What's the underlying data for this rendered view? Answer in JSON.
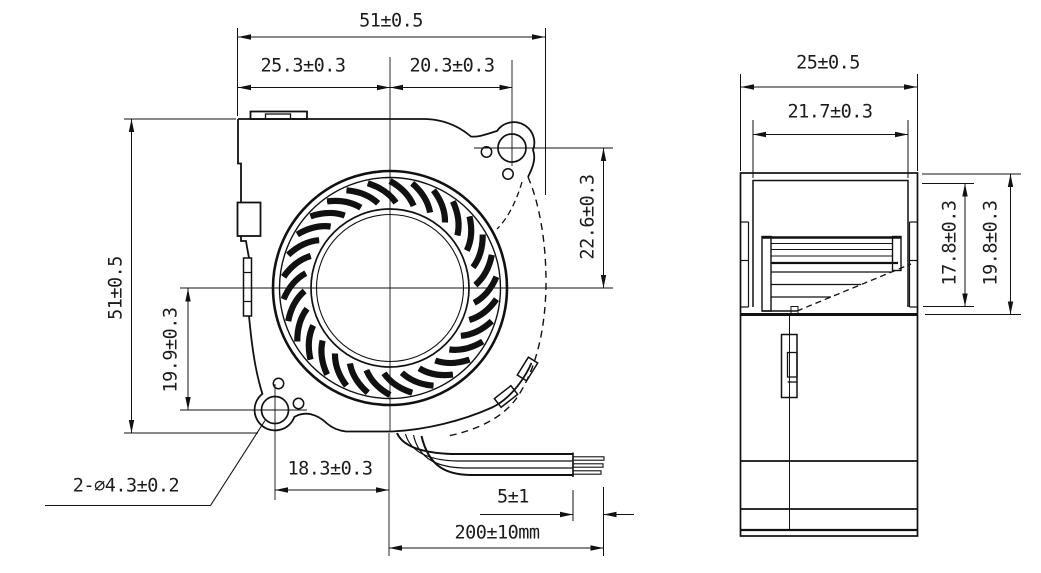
{
  "colors": {
    "line": "#111111",
    "background": "#ffffff",
    "text": "#1c1c1c"
  },
  "front_view": {
    "dims": {
      "total_width": "51±0.5",
      "left_width": "25.3±0.3",
      "right_width": "20.3±0.3",
      "total_height": "51±0.5",
      "lower_left_height": "19.9±0.3",
      "upper_right_height": "22.6±0.3",
      "mounting_hole_callout": "2-∅4.3±0.2",
      "outlet_offset": "18.3±0.3"
    },
    "impeller": {
      "blade_count": 30
    },
    "mounting_hole_count": 2
  },
  "wires": {
    "strip_length": "5±1",
    "lead_length": "200±10mm",
    "conductor_count": 3
  },
  "side_view": {
    "dims": {
      "total_depth": "25±0.5",
      "inner_depth": "21.7±0.3",
      "impeller_depth": "17.8±0.3",
      "body_depth": "19.8±0.3"
    }
  }
}
